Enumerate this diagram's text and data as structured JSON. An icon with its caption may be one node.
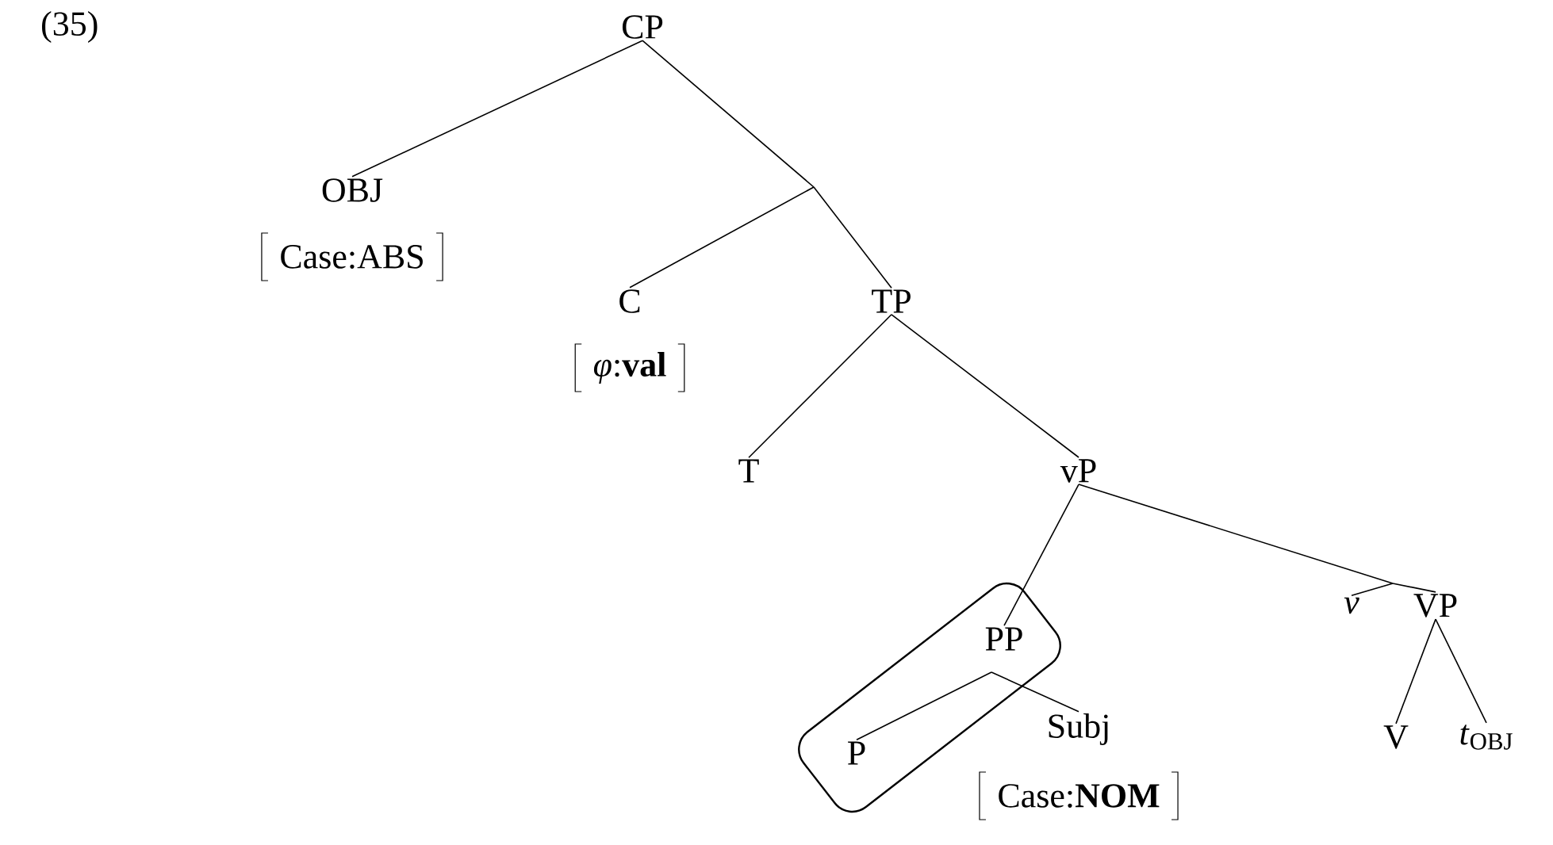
{
  "diagram": {
    "nodes": [
      {
        "text": [
          "CP"
        ]
      },
      {
        "text": [
          "OBJ",
          "Case:ABS"
        ]
      },
      {
        "text": [
          "C",
          "*φ*:**val**"
        ]
      },
      {
        "text": [
          "TP"
        ]
      },
      {
        "text": [
          "T"
        ]
      },
      {
        "text": [
          "vP"
        ]
      },
      {
        "text": [
          "PP"
        ]
      },
      {
        "text": [
          "*v*"
        ]
      },
      {
        "text": [
          "VP"
        ]
      },
      {
        "text": [
          "P"
        ]
      },
      {
        "text": [
          "Subj",
          "Case:**NOM**"
        ]
      },
      {
        "text": [
          "V"
        ]
      },
      {
        "text": [
          "*t*$_{OBJ}$"
        ]
      }
    ],
    "edges": [
      {
        "from": 0,
        "to": 1,
        "arrow": "none"
      },
      {
        "from": 0,
        "to": 2,
        "arrow": "none"
      },
      {
        "from": 0,
        "to": 3,
        "arrow": "none"
      },
      {
        "from": 3,
        "to": 4,
        "arrow": "none"
      },
      {
        "from": 3,
        "to": 5,
        "arrow": "none"
      },
      {
        "from": 5,
        "to": 6,
        "arrow": "none"
      },
      {
        "from": 5,
        "to": 7,
        "arrow": "none"
      },
      {
        "from": 5,
        "to": 8,
        "arrow": "none"
      },
      {
        "from": 6,
        "to": 9,
        "arrow": "none"
      },
      {
        "from": 6,
        "to": 10,
        "arrow": "none"
      },
      {
        "from": 8,
        "to": 11,
        "arrow": "none"
      },
      {
        "from": 8,
        "to": 12,
        "arrow": "none"
      }
    ],
    "labels": [
      "(35)"
    ]
  }
}
